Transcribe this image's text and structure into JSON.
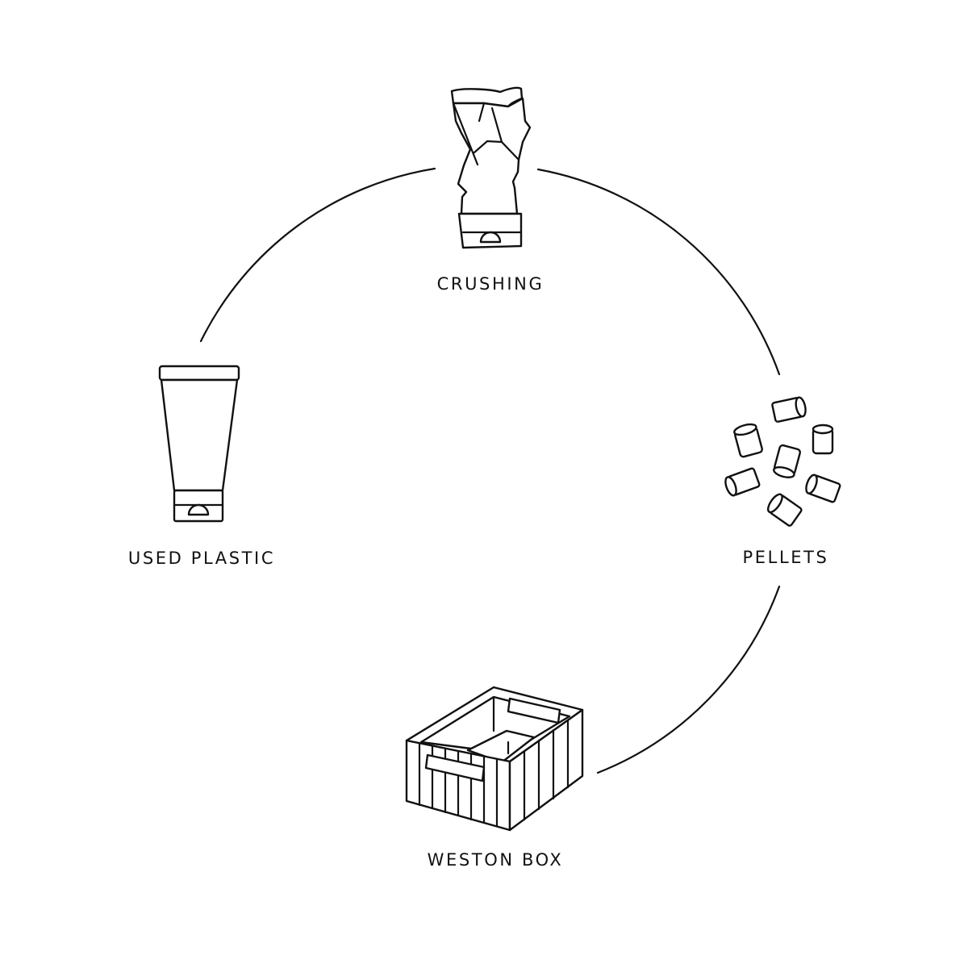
{
  "diagram": {
    "type": "recycling-cycle",
    "stages": [
      {
        "id": "crushing",
        "label": "CRUSHING",
        "icon": "crushed-tube-icon"
      },
      {
        "id": "pellets",
        "label": "PELLETS",
        "icon": "pellets-icon"
      },
      {
        "id": "weston-box",
        "label": "WESTON BOX",
        "icon": "crate-box-icon"
      },
      {
        "id": "used-plastic",
        "label": "USED PLASTIC",
        "icon": "tube-icon"
      }
    ],
    "colors": {
      "ink": "#111111",
      "background": "#ffffff"
    }
  }
}
